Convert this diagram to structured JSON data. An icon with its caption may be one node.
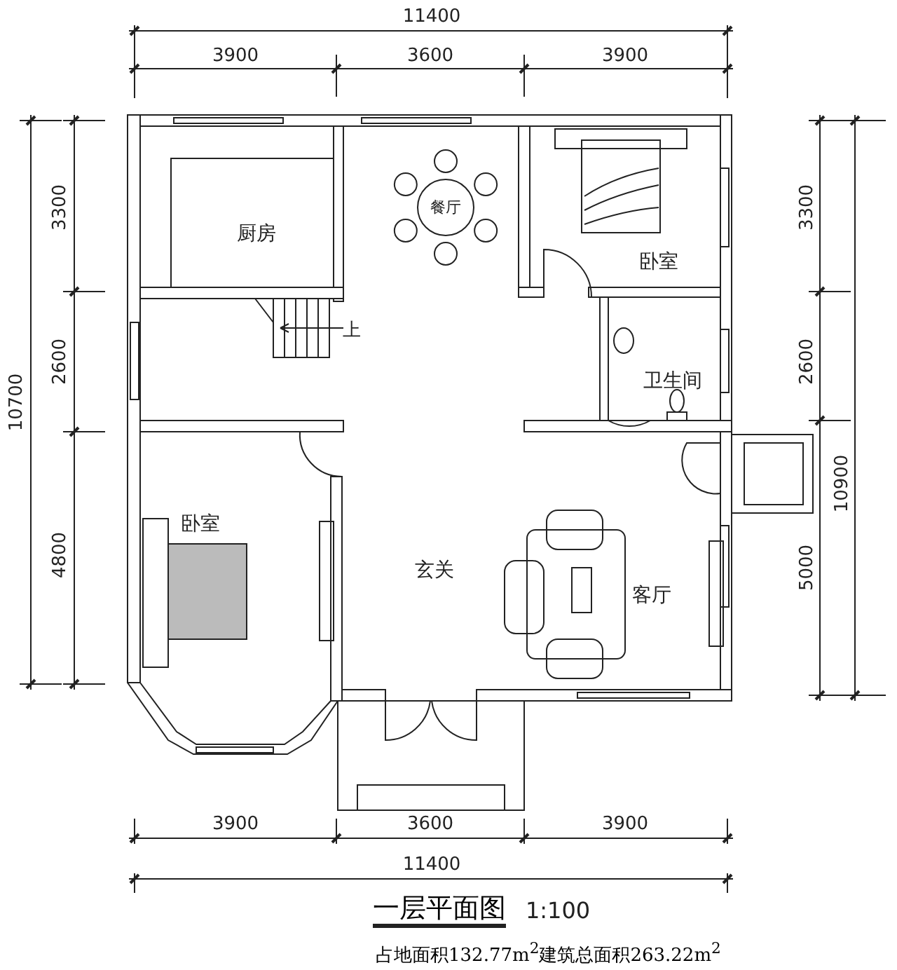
{
  "diagram": {
    "title": "一层平面图",
    "caption": "占地面积132.77m$^{2}$建筑总面积263.22m$^{2}$",
    "nodes": [
      {
        "text": [
          "厨房"
        ]
      },
      {
        "text": [
          "餐厅"
        ]
      },
      {
        "text": [
          "卧室"
        ]
      },
      {
        "text": [
          "卫生间"
        ]
      },
      {
        "text": [
          "卧室"
        ]
      },
      {
        "text": [
          "玄关"
        ]
      },
      {
        "text": [
          "客厅"
        ]
      }
    ],
    "labels": [
      "11400",
      "3900",
      "3600",
      "3900",
      "3300",
      "2600",
      "4800",
      "10700",
      "3300",
      "2600",
      "5000",
      "10900",
      "3900",
      "3600",
      "3900",
      "11400",
      "上",
      "1:100"
    ]
  }
}
